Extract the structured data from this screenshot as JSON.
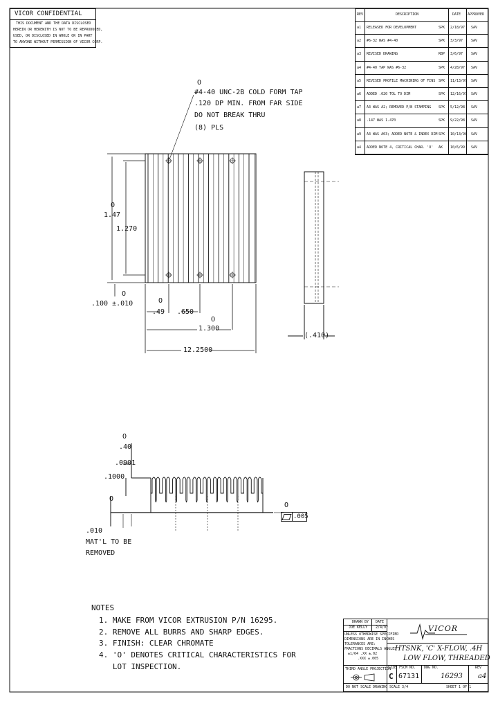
{
  "confidential": {
    "title": "VICOR   CONFIDENTIAL",
    "lines": [
      "THIS DOCUMENT AND THE DATA DISCLOSED",
      "HEREIN OR HEREWITH IS NOT TO BE REPRODUCED,",
      "USED, OR DISCLOSED IN WHOLE OR IN PART",
      "TO ANYONE WITHOUT PERMISSION OF VICOR CORP."
    ]
  },
  "revisions": {
    "headers": [
      "REV",
      "DESCRIPTION",
      "DATE",
      "APPROVED"
    ],
    "rows": [
      {
        "rev": "a1",
        "desc": "RELEASED FOR DEVELOPMENT",
        "by": "SPK",
        "date": "2/18/97",
        "appr": "SAV"
      },
      {
        "rev": "a2",
        "desc": "#6-32 WAS #4-40",
        "by": "SPK",
        "date": "3/3/97",
        "appr": "SAV"
      },
      {
        "rev": "a3",
        "desc": "REVISED DRAWING",
        "by": "RBP",
        "date": "3/6/97",
        "appr": "SAV"
      },
      {
        "rev": "a4",
        "desc": "#4-40 TAP WAS #6-32",
        "by": "SPK",
        "date": "4/28/97",
        "appr": "SAV"
      },
      {
        "rev": "a5",
        "desc": "REVISED PROFILE MACHINING OF FINS",
        "by": "SPK",
        "date": "11/13/97",
        "appr": "SAV"
      },
      {
        "rev": "a6",
        "desc": "ADDED .020 TOL TO DIM",
        "by": "SPK",
        "date": "12/16/97",
        "appr": "SAV"
      },
      {
        "rev": "a7",
        "desc": "A3 WAS A2; REMOVED P/N STAMPING",
        "by": "SPK",
        "date": "5/12/98",
        "appr": "SAV"
      },
      {
        "rev": "a8",
        "desc": ".147 WAS 1.470",
        "by": "SPK",
        "date": "9/22/98",
        "appr": "SAV"
      },
      {
        "rev": "a9",
        "desc": "A3 WAS A03; ADDED NOTE & INDEX DIM",
        "by": "SPK",
        "date": "10/13/98",
        "appr": "SAV"
      },
      {
        "rev": "a4",
        "desc": "ADDED NOTE 4, CRITICAL CHAR. 'O'",
        "by": "AK",
        "date": "10/6/99",
        "appr": "SAV"
      }
    ]
  },
  "drawing": {
    "tap_note": [
      "O",
      "#4-40 UNC-2B COLD FORM TAP",
      ".120 DP MIN. FROM FAR SIDE",
      "DO NOT BREAK THRU",
      "(8) PLS"
    ],
    "dims": {
      "height_o": "O",
      "height_a": "1.47",
      "height_b": "1.270",
      "edge_tol": ".100 ±.010",
      "pitch_o": "O",
      "d1": ".49",
      "d2": ".650",
      "d3_o": "O",
      "d3": "1.300",
      "width": "12.2500",
      "thickness": "(.410)",
      "end_o": "O",
      "fin_o": "O",
      "fin_ht": ".40",
      "fin_ht2": ".0901",
      "base": ".1000",
      "base_o": "O",
      "flat": ".010",
      "mat_note": [
        "MAT'L TO BE",
        "REMOVED"
      ],
      "flatness": ".005",
      "flat_o": "O"
    }
  },
  "notes": {
    "heading": "NOTES",
    "items": [
      "1. MAKE FROM VICOR EXTRUSION P/N 16295.",
      "2. REMOVE ALL BURRS AND SHARP EDGES.",
      "3. FINISH: CLEAR CHROMATE",
      "4. 'O' DENOTES CRITICAL CHARACTERISTICS FOR",
      "   LOT INSPECTION."
    ]
  },
  "titleblock": {
    "drawn_label": "DRAWN BY",
    "date_label": "DATE",
    "drawn_by": "JOE KELLY",
    "drawn_date": "2/4/97",
    "tol_lines": [
      "UNLESS OTHERWISE SPECIFIED",
      "DIMENSIONS ARE IN INCHES",
      "TOLERANCES ARE:",
      "FRACTIONS  DECIMALS  ANGLES",
      "±1/64  .XX ±.02",
      ".XXX ±.005"
    ],
    "projection_label": "THIRD ANGLE PROJECTION",
    "do_not_scale": "DO NOT SCALE DRAWING",
    "company": "VICOR",
    "title": "HTSNK, 'C' X-FLOW, .4H",
    "subtitle": "LOW FLOW, THREADED",
    "size_label": "SIZE",
    "size": "C",
    "fscm_label": "FSCM NO.",
    "fscm": "67131",
    "dwg_label": "DWG NO.",
    "dwg": "16293",
    "rev_label": "REV",
    "rev": "a4",
    "scale": "SCALE 3/4",
    "sheet": "SHEET 1 OF 1"
  }
}
